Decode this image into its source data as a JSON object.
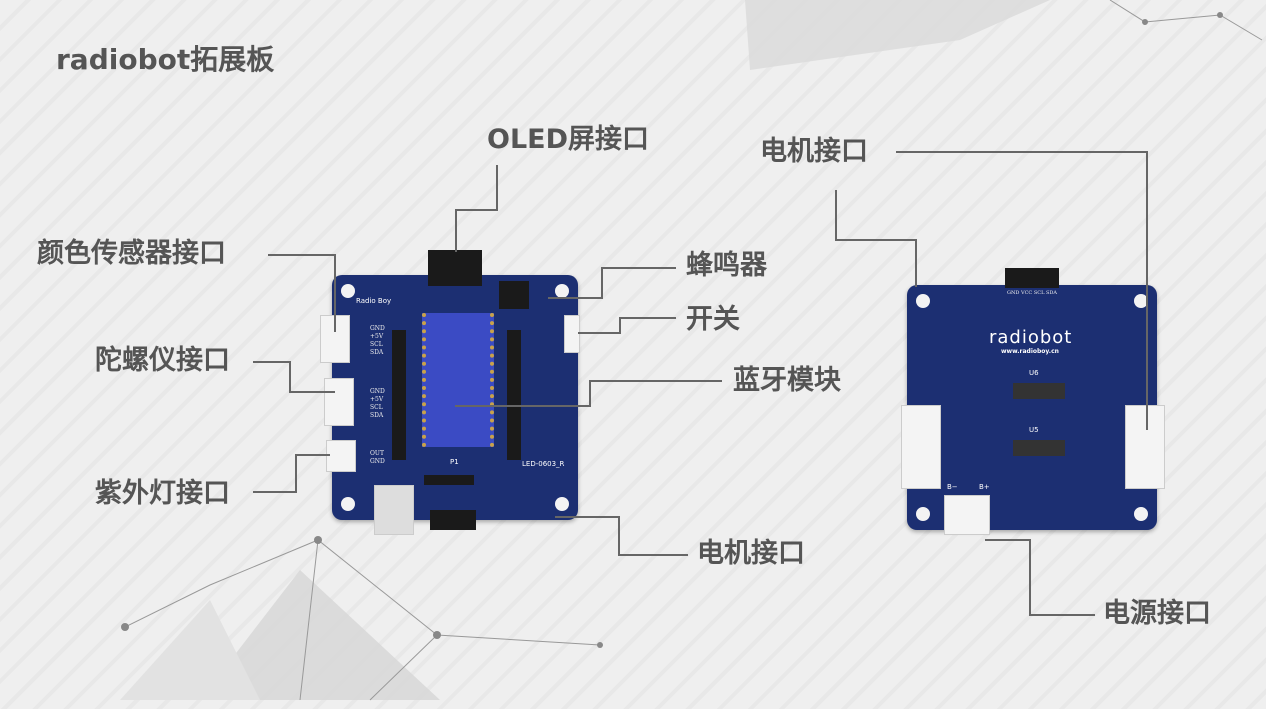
{
  "title": "radiobot拓展板",
  "labels": {
    "oled": "OLED屏接口",
    "motor_top": "电机接口",
    "color_sensor": "颜色传感器接口",
    "buzzer": "蜂鸣器",
    "switch": "开关",
    "gyro": "陀螺仪接口",
    "bluetooth": "蓝牙模块",
    "uv_light": "紫外灯接口",
    "motor_bottom": "电机接口",
    "power": "电源接口"
  },
  "front_board": {
    "brand": "Radio Boy",
    "pins_i2c_1": "GND +5V SCL SDA",
    "pins_i2c_2": "GND +5V SCL SDA",
    "pins_uv": "OUT GND",
    "header": "P1",
    "led": "LED-0603_R"
  },
  "back_board": {
    "brand": "radiobot",
    "url": "www.radioboy.cn",
    "pins": "GND VCC SCL SDA",
    "u6": "U6",
    "u5": "U5",
    "b_minus": "B−",
    "b_plus": "B+"
  },
  "colors": {
    "board": "#1c2f72",
    "module": "#3b4bc4",
    "text": "#555555"
  }
}
